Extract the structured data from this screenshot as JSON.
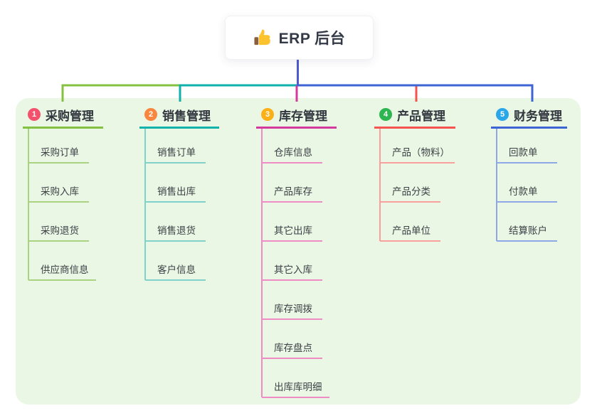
{
  "root": {
    "title": "ERP 后台",
    "icon": "thumbs-up-icon",
    "line_color": "#4d5ad2"
  },
  "panel": {
    "bg_color": "#ebf7e5"
  },
  "branches": [
    {
      "index": "1",
      "title": "采购管理",
      "badge_color": "#f4516c",
      "line_color": "#84c141",
      "item_line_color": "#a9d380",
      "items": [
        "采购订单",
        "采购入库",
        "采购退货",
        "供应商信息"
      ]
    },
    {
      "index": "2",
      "title": "销售管理",
      "badge_color": "#f8863e",
      "line_color": "#0fb2ab",
      "item_line_color": "#7fd3cb",
      "items": [
        "销售订单",
        "销售出库",
        "销售退货",
        "客户信息"
      ]
    },
    {
      "index": "3",
      "title": "库存管理",
      "badge_color": "#fcb017",
      "line_color": "#d4399c",
      "item_line_color": "#ef8cc6",
      "items": [
        "仓库信息",
        "产品库存",
        "其它出库",
        "其它入库",
        "库存调拨",
        "库存盘点",
        "出库库明细"
      ]
    },
    {
      "index": "4",
      "title": "产品管理",
      "badge_color": "#2db551",
      "line_color": "#f4534f",
      "item_line_color": "#f9a09d",
      "items": [
        "产品（物料）",
        "产品分类",
        "产品单位"
      ]
    },
    {
      "index": "5",
      "title": "财务管理",
      "badge_color": "#2aa7e9",
      "line_color": "#3c64d4",
      "item_line_color": "#8fa7e6",
      "items": [
        "回款单",
        "付款单",
        "结算账户"
      ]
    }
  ]
}
